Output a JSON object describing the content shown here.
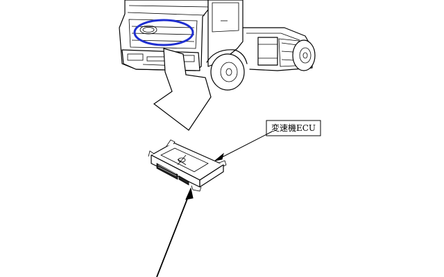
{
  "diagram": {
    "callout": {
      "label": "変速機ECU"
    },
    "colors": {
      "ink": "#000000",
      "highlight": "#1f2fd0",
      "background": "#ffffff"
    },
    "elements": {
      "truck": "truck-front-view",
      "highlight": "front-grille-ellipse",
      "pointer": "outline-arrow-down",
      "ecu": "transmission-ecu-unit"
    }
  }
}
